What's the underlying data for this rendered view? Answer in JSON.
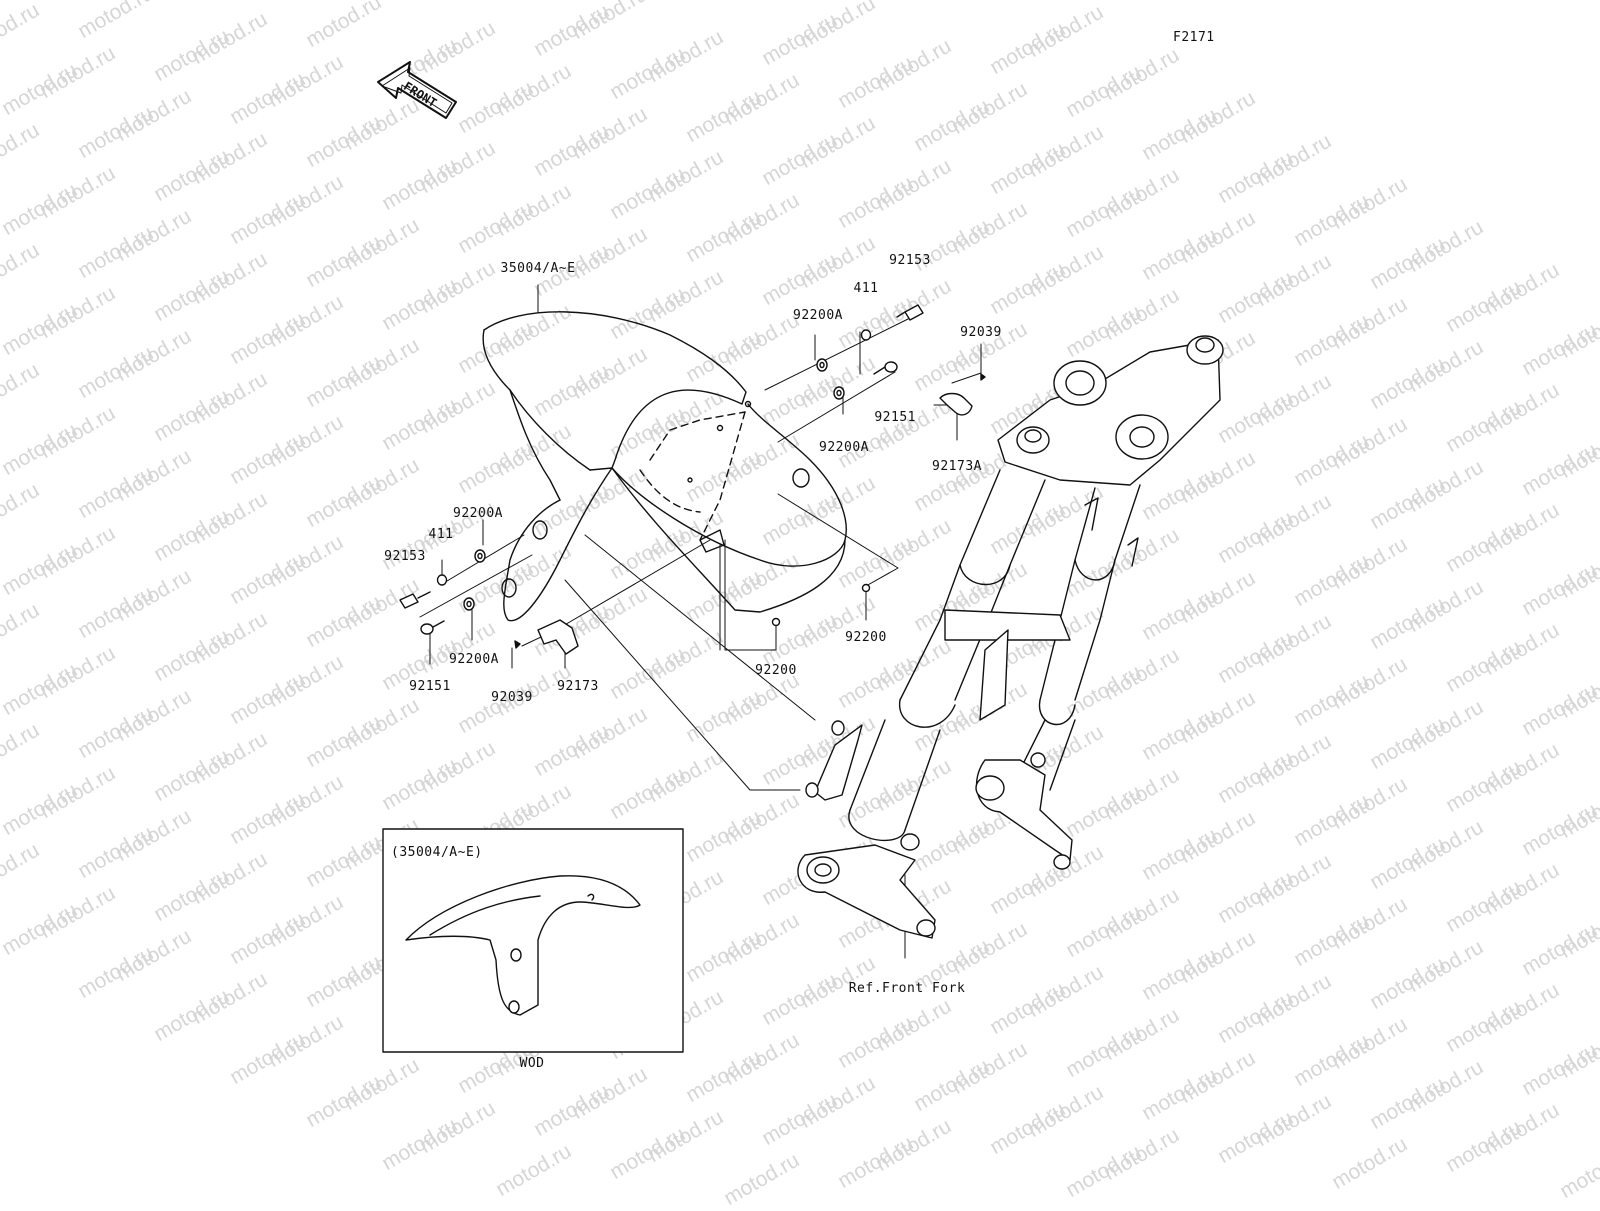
{
  "diagram_code": "F2171",
  "front_arrow_label": "FRONT",
  "watermark_text": "motod.ru",
  "inset": {
    "title": "(35004/A~E)",
    "caption": "WOD"
  },
  "reference_label": "Ref.Front Fork",
  "parts": {
    "fender_top": "35004/A~E",
    "bolt_top_right": "92153",
    "washer_top_right": "411",
    "collar_top_right_a": "92200A",
    "collar_top_right_b": "92200A",
    "bolt_right": "92151",
    "screw_right": "92039",
    "clamp_right": "92173A",
    "collar_left_a": "92200A",
    "washer_left": "411",
    "bolt_left": "92153",
    "collar_left_b": "92200A",
    "bolt_left_lower": "92151",
    "screw_left": "92039",
    "clamp_left": "92173",
    "grommet_center": "92200",
    "grommet_right": "92200"
  }
}
